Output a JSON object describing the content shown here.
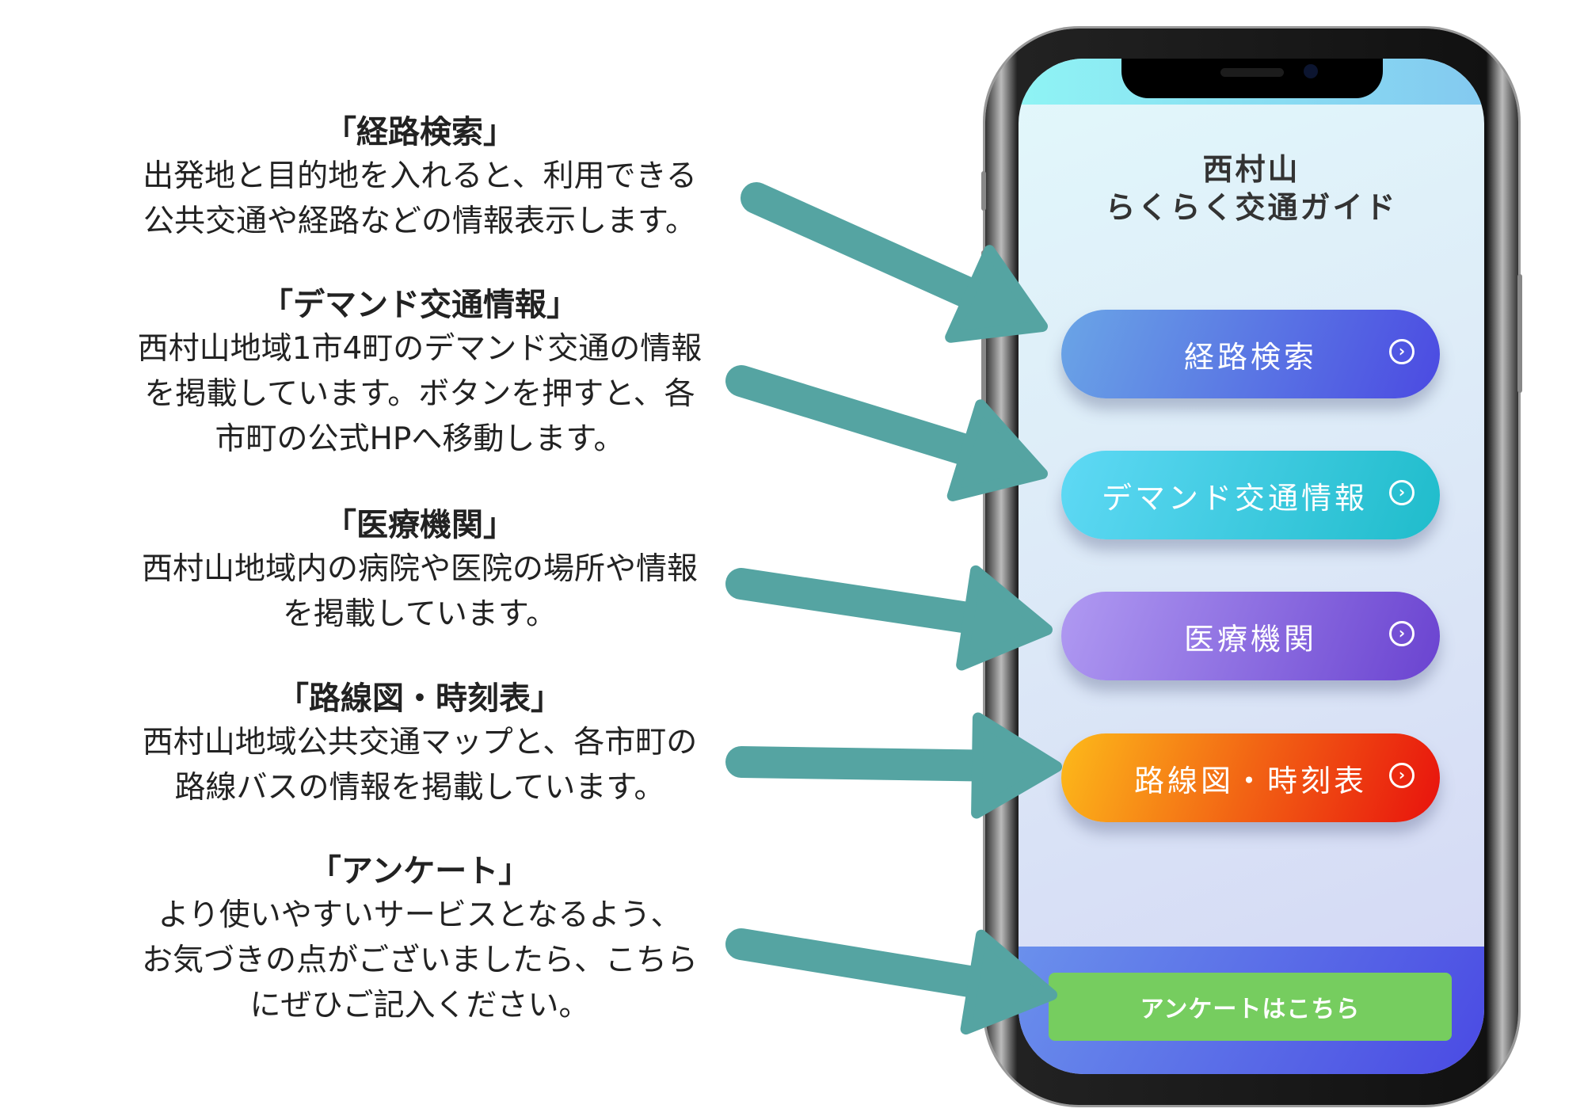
{
  "annotations": [
    {
      "heading": "「経路検索」",
      "body": "出発地と目的地を入れると、利用できる\n公共交通や経路などの情報表示します。"
    },
    {
      "heading": "「デマンド交通情報」",
      "body": "西村山地域1市4町のデマンド交通の情報\nを掲載しています。ボタンを押すと、各\n市町の公式HPへ移動します。"
    },
    {
      "heading": "「医療機関」",
      "body": "西村山地域内の病院や医院の場所や情報\nを掲載しています。"
    },
    {
      "heading": "「路線図・時刻表」",
      "body": "西村山地域公共交通マップと、各市町の\n路線バスの情報を掲載しています。"
    },
    {
      "heading": "「アンケート」",
      "body": "より使いやすいサービスとなるよう、\nお気づきの点がございましたら、こちら\nにぜひご記入ください。"
    }
  ],
  "app": {
    "title_line1": "西村山",
    "title_line2": "らくらく交通ガイド",
    "buttons": [
      {
        "label": "経路検索",
        "icon": "chevron-right-circle-icon"
      },
      {
        "label": "デマンド交通情報",
        "icon": "chevron-right-circle-icon"
      },
      {
        "label": "医療機関",
        "icon": "chevron-right-circle-icon"
      },
      {
        "label": "路線図・時刻表",
        "icon": "chevron-right-circle-icon"
      }
    ],
    "survey_button": "アンケートはこちら",
    "chevron_glyph": "›"
  },
  "colors": {
    "arrow": "#55a4a2",
    "survey": "#76cd5f"
  }
}
